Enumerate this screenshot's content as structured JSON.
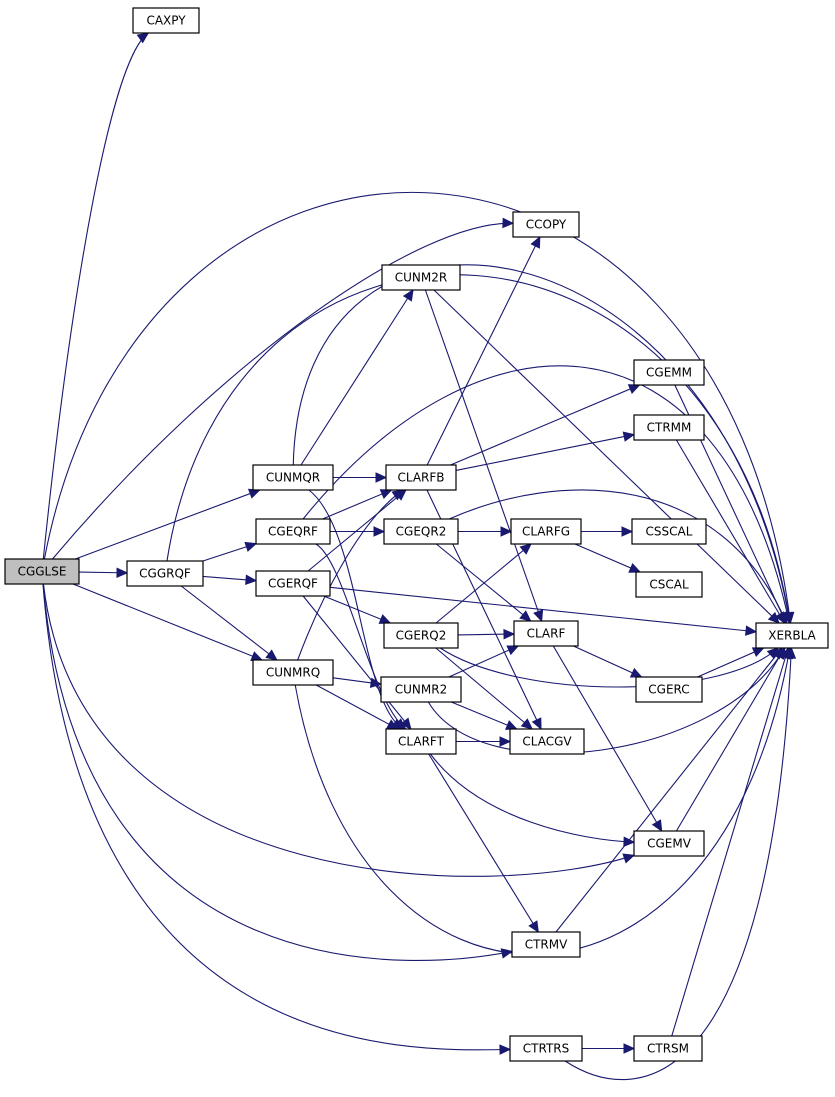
{
  "colors": {
    "edge": "#191970",
    "node_fill": "#ffffff",
    "root_fill": "#bfbfbf",
    "node_stroke": "#000000"
  },
  "nodes": {
    "cgglse": {
      "label": "CGGLSE"
    },
    "caxpy": {
      "label": "CAXPY"
    },
    "ccopy": {
      "label": "CCOPY"
    },
    "cunm2r": {
      "label": "CUNM2R"
    },
    "cgemm": {
      "label": "CGEMM"
    },
    "ctrmm": {
      "label": "CTRMM"
    },
    "cunmqr": {
      "label": "CUNMQR"
    },
    "clarfb": {
      "label": "CLARFB"
    },
    "cgeqrf": {
      "label": "CGEQRF"
    },
    "cgeqr2": {
      "label": "CGEQR2"
    },
    "clarfg": {
      "label": "CLARFG"
    },
    "csscal": {
      "label": "CSSCAL"
    },
    "cggrqf": {
      "label": "CGGRQF"
    },
    "cgerqf": {
      "label": "CGERQF"
    },
    "cscal": {
      "label": "CSCAL"
    },
    "xerbla": {
      "label": "XERBLA"
    },
    "cgerq2": {
      "label": "CGERQ2"
    },
    "clarf": {
      "label": "CLARF"
    },
    "cunmrq": {
      "label": "CUNMRQ"
    },
    "cunmr2": {
      "label": "CUNMR2"
    },
    "cgerc": {
      "label": "CGERC"
    },
    "clarft": {
      "label": "CLARFT"
    },
    "clacgv": {
      "label": "CLACGV"
    },
    "cgemv": {
      "label": "CGEMV"
    },
    "ctrmv": {
      "label": "CTRMV"
    },
    "ctrtrs": {
      "label": "CTRTRS"
    },
    "ctrsm": {
      "label": "CTRSM"
    }
  },
  "edges": [
    [
      "cgglse",
      "caxpy"
    ],
    [
      "cgglse",
      "xerbla"
    ],
    [
      "cgglse",
      "ccopy"
    ],
    [
      "cgglse",
      "cunmqr"
    ],
    [
      "cgglse",
      "cggrqf"
    ],
    [
      "cgglse",
      "cunmrq"
    ],
    [
      "cgglse",
      "cgemv"
    ],
    [
      "cgglse",
      "ctrmv"
    ],
    [
      "cgglse",
      "ctrtrs"
    ],
    [
      "cggrqf",
      "xerbla"
    ],
    [
      "cggrqf",
      "cgeqrf"
    ],
    [
      "cggrqf",
      "cgerqf"
    ],
    [
      "cggrqf",
      "cunmrq"
    ],
    [
      "cunmqr",
      "xerbla"
    ],
    [
      "cunmqr",
      "cunm2r"
    ],
    [
      "cunmqr",
      "clarfb"
    ],
    [
      "cunmqr",
      "clarft"
    ],
    [
      "cgeqrf",
      "xerbla"
    ],
    [
      "cgeqrf",
      "clarfb"
    ],
    [
      "cgeqrf",
      "cgeqr2"
    ],
    [
      "cgeqrf",
      "clarft"
    ],
    [
      "cgerqf",
      "xerbla"
    ],
    [
      "cgerqf",
      "clarfb"
    ],
    [
      "cgerqf",
      "cgerq2"
    ],
    [
      "cgerqf",
      "clarft"
    ],
    [
      "cunmrq",
      "xerbla"
    ],
    [
      "cunmrq",
      "clarfb"
    ],
    [
      "cunmrq",
      "cunmr2"
    ],
    [
      "cunmrq",
      "clarft"
    ],
    [
      "cunm2r",
      "xerbla"
    ],
    [
      "cunm2r",
      "clarf"
    ],
    [
      "clarfb",
      "ccopy"
    ],
    [
      "clarfb",
      "cgemm"
    ],
    [
      "clarfb",
      "ctrmm"
    ],
    [
      "clarfb",
      "clacgv"
    ],
    [
      "cgeqr2",
      "xerbla"
    ],
    [
      "cgeqr2",
      "clarfg"
    ],
    [
      "cgeqr2",
      "clarf"
    ],
    [
      "cgerq2",
      "xerbla"
    ],
    [
      "cgerq2",
      "clarfg"
    ],
    [
      "cgerq2",
      "clarf"
    ],
    [
      "cgerq2",
      "clacgv"
    ],
    [
      "cunmr2",
      "xerbla"
    ],
    [
      "cunmr2",
      "clarf"
    ],
    [
      "cunmr2",
      "clacgv"
    ],
    [
      "clarfg",
      "csscal"
    ],
    [
      "clarfg",
      "cscal"
    ],
    [
      "clarf",
      "cgerc"
    ],
    [
      "clarf",
      "cgemv"
    ],
    [
      "clarft",
      "clacgv"
    ],
    [
      "clarft",
      "cgemv"
    ],
    [
      "clarft",
      "ctrmv"
    ],
    [
      "cgemm",
      "xerbla"
    ],
    [
      "ctrmm",
      "xerbla"
    ],
    [
      "cgerc",
      "xerbla"
    ],
    [
      "cgemv",
      "xerbla"
    ],
    [
      "ctrmv",
      "xerbla"
    ],
    [
      "ctrtrs",
      "ctrsm"
    ],
    [
      "ctrtrs",
      "xerbla"
    ],
    [
      "ctrsm",
      "xerbla"
    ]
  ]
}
